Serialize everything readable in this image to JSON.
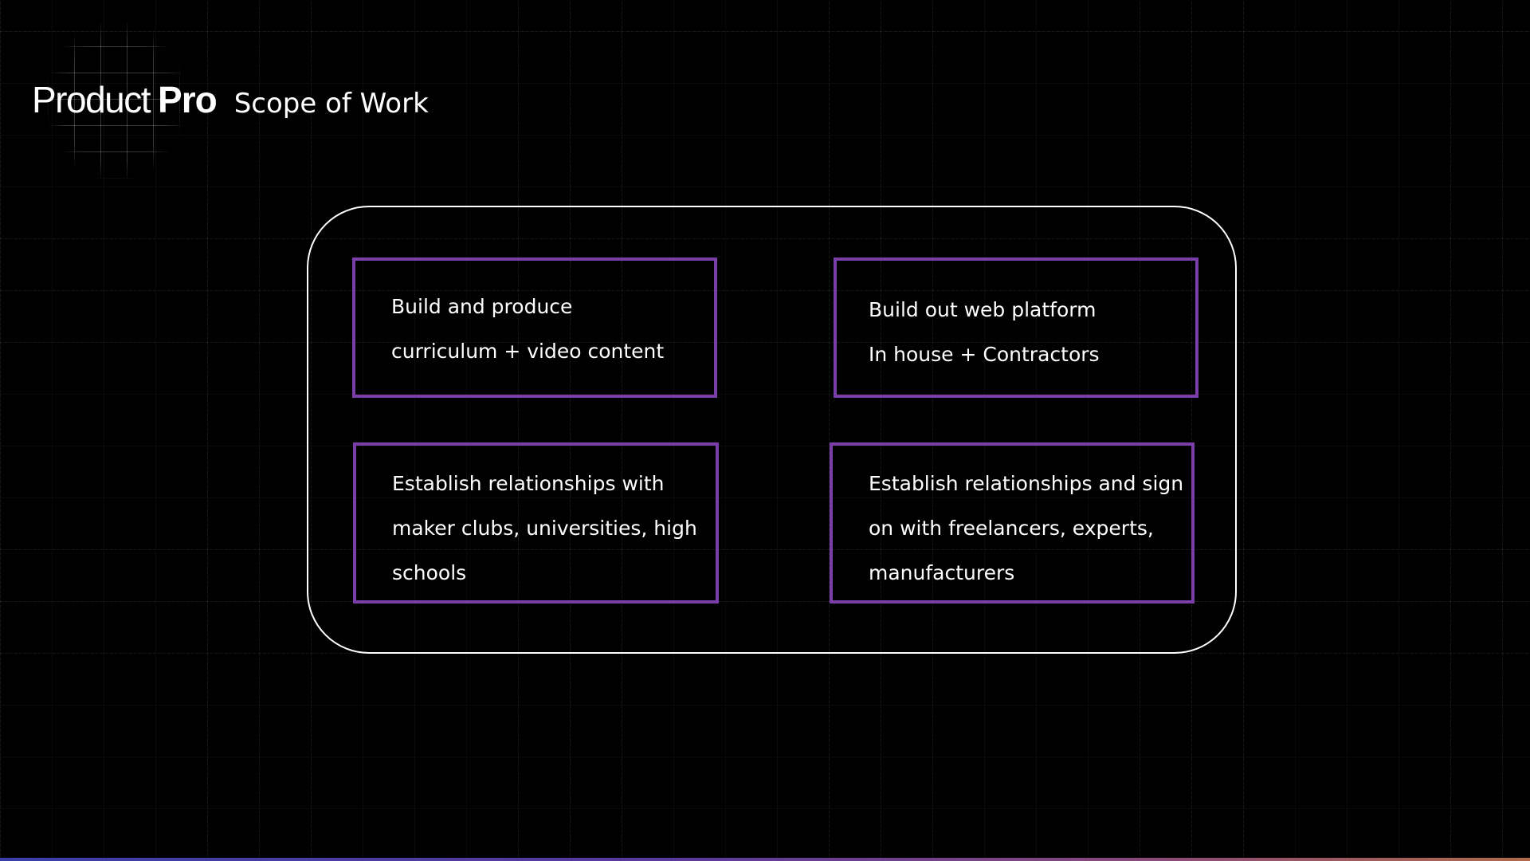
{
  "brand": {
    "product": "Product",
    "pro": "Pro"
  },
  "page": {
    "title": "Scope of Work"
  },
  "colors": {
    "background": "#000000",
    "card_border": "#7a3ea8",
    "panel_border": "#ffffff",
    "text": "#ffffff"
  },
  "cards": [
    {
      "lines": [
        "Build and produce",
        "curriculum + video content"
      ]
    },
    {
      "lines": [
        "Build out web platform",
        "In house + Contractors"
      ]
    },
    {
      "lines": [
        "Establish relationships with",
        "maker clubs, universities, high",
        "schools"
      ]
    },
    {
      "lines": [
        "Establish relationships and sign",
        "on with freelancers, experts,",
        "manufacturers"
      ]
    }
  ]
}
